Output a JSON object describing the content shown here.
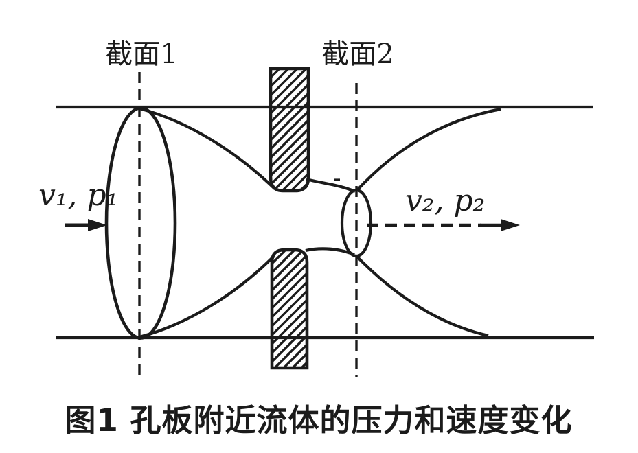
{
  "theme": {
    "ink": "#1b1b1b",
    "background": "#ffffff"
  },
  "figure": {
    "section1_label": "截面1",
    "section2_label": "截面2",
    "inlet_label": "v₁, p₁",
    "outlet_label": "v₂, p₂",
    "caption": "图1 孔板附近流体的压力和速度变化"
  }
}
